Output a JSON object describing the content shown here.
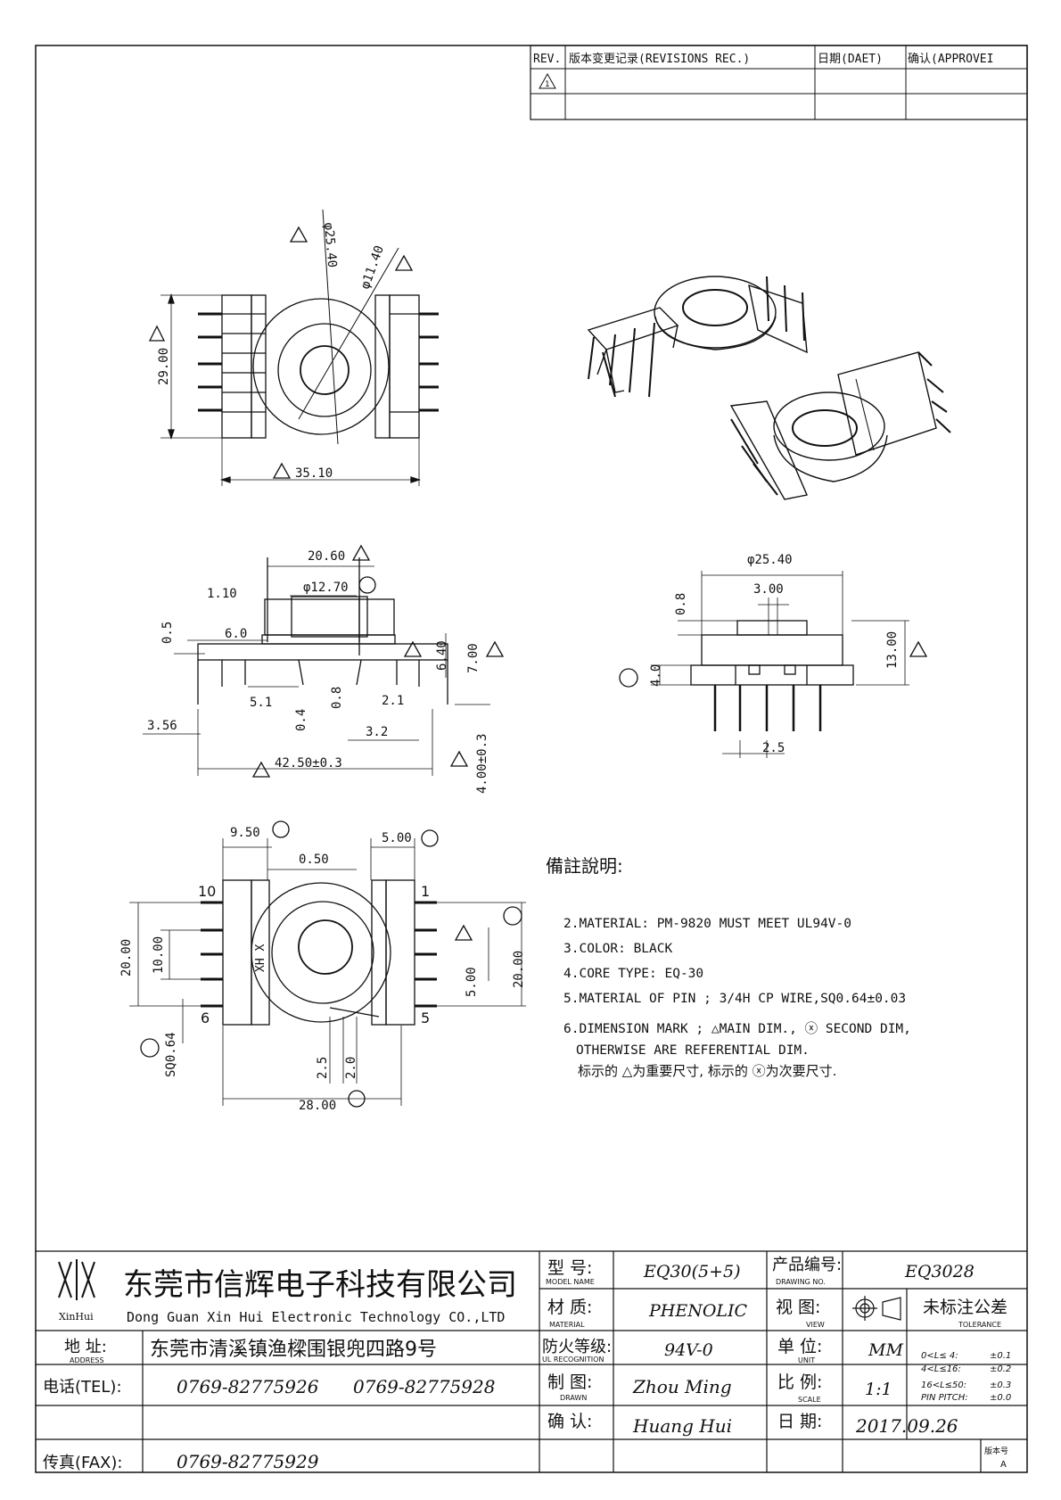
{
  "revisions": {
    "headers": [
      "REV.",
      "版本变更记录(REVISIONS REC.)",
      "日期(DAET)",
      "确认(APPROVEI"
    ],
    "rows": [
      [
        "1",
        "",
        "",
        ""
      ],
      [
        "",
        "",
        "",
        ""
      ]
    ]
  },
  "top_view": {
    "dim_dia_outer": "φ25.40",
    "dim_dia_inner": "φ11.40",
    "dim_height": "29.00",
    "dim_width": "35.10"
  },
  "front_view": {
    "dim_top": "20.60",
    "dim_hole": "φ12.70",
    "dim_1_10": "1.10",
    "dim_0_5": "0.5",
    "dim_6_0": "6.0",
    "dim_6_40": "6.40",
    "dim_7_00": "7.00",
    "dim_5_1": "5.1",
    "dim_0_4": "0.4",
    "dim_0_8": "0.8",
    "dim_2_1": "2.1",
    "dim_3_56": "3.56",
    "dim_3_2": "3.2",
    "dim_42_50": "42.50±0.3",
    "dim_4_00": "4.00±0.3"
  },
  "side_view": {
    "dim_dia": "φ25.40",
    "dim_3_00": "3.00",
    "dim_0_8": "0.8",
    "dim_13_00": "13.00",
    "dim_4_0": "4.0",
    "dim_2_5": "2.5"
  },
  "bottom_view": {
    "dim_9_50": "9.50",
    "dim_0_50": "0.50",
    "dim_5_00_top": "5.00",
    "dim_20_00_left": "20.00",
    "dim_10_00": "10.00",
    "dim_sq": "SQ0.64",
    "dim_5_00_side": "5.00",
    "dim_20_00_right": "20.00",
    "dim_2_5": "2.5",
    "dim_2_0": "2.0",
    "dim_28_00": "28.00",
    "pin_10": "10",
    "pin_1": "1",
    "pin_6": "6",
    "pin_5": "5",
    "marking": "XH X"
  },
  "notes": {
    "title": "備註說明:",
    "lines": [
      "2.MATERIAL: PM-9820 MUST MEET UL94V-0",
      "3.COLOR:  BLACK",
      "4.CORE TYPE: EQ-30",
      "5.MATERIAL OF PIN ; 3/4H CP WIRE,SQ0.64±0.03",
      "6.DIMENSION MARK ; △MAIN DIM., ⓧ SECOND DIM,",
      "OTHERWISE ARE REFERENTIAL DIM.",
      "标示的 △为重要尺寸, 标示的 ⓧ为次要尺寸."
    ]
  },
  "title_block": {
    "logo_text": "XinHui",
    "company_cn": "东莞市信辉电子科技有限公司",
    "company_en": "Dong Guan Xin Hui Electronic Technology CO.,LTD",
    "address_label": "地 址:",
    "address_label_en": "ADDRESS",
    "address": "东莞市清溪镇渔樑围银兜四路9号",
    "tel_label": "电话(TEL):",
    "tel1": "0769-82775926",
    "tel2": "0769-82775928",
    "fax_label": "传真(FAX):",
    "fax": "0769-82775929",
    "model_label": "型 号:",
    "model_label_en": "MODEL NAME",
    "model": "EQ30(5+5)",
    "material_label": "材 质:",
    "material_label_en": "MATERIAL",
    "material": "PHENOLIC",
    "ul_label": "防火等级:",
    "ul_label_en": "UL RECOGNITION",
    "ul": "94V-0",
    "drawn_label": "制 图:",
    "drawn_label_en": "DRAWN",
    "drawn": "Zhou Ming",
    "confirm_label": "确 认:",
    "confirm": "Huang Hui",
    "drawing_no_label": "产品编号:",
    "drawing_no_label_en": "DRAWING NO.",
    "drawing_no": "EQ3028",
    "view_label": "视 图:",
    "view_label_en": "VIEW",
    "tolerance_label": "未标注公差",
    "tolerance_label_en": "TOLERANCE",
    "tol_rows": [
      [
        "0<L≤ 4:",
        "±0.1"
      ],
      [
        "4<L≤16:",
        "±0.2"
      ],
      [
        "16<L≤50:",
        "±0.3"
      ],
      [
        "PIN PITCH:",
        "±0.0"
      ]
    ],
    "unit_label": "单 位:",
    "unit_label_en": "UNIT",
    "unit": "MM",
    "scale_label": "比 例:",
    "scale_label_en": "SCALE",
    "scale": "1:1",
    "date_label": "日 期:",
    "date": "2017.09.26",
    "rev_label": "版本号",
    "rev": "A"
  }
}
